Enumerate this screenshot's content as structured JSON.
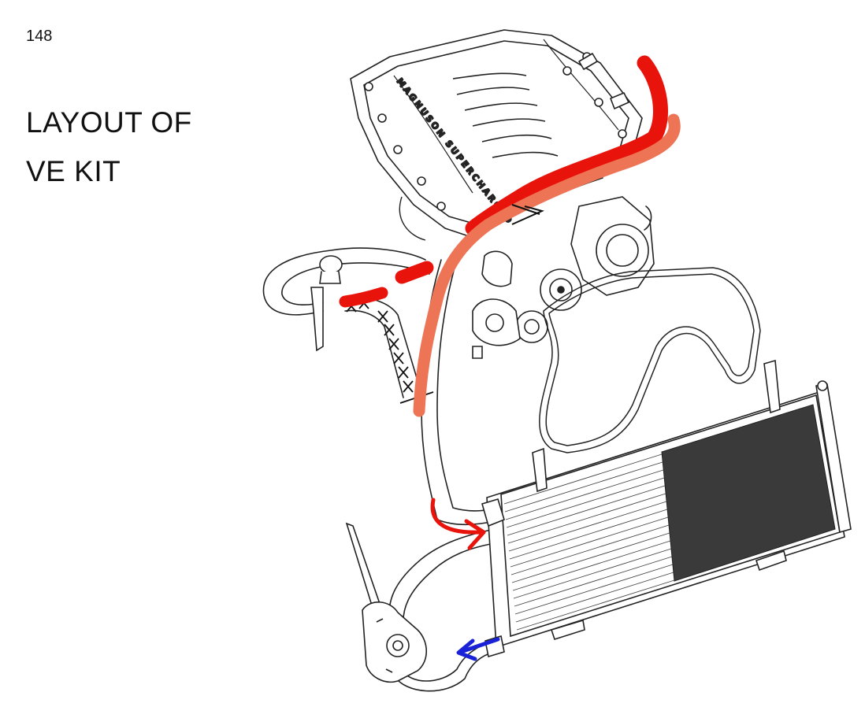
{
  "page": {
    "number": "148",
    "title_lines": [
      "LAYOUT OF",
      "VE KIT"
    ]
  },
  "diagram": {
    "blower_brand": "MAGNUSON SUPERCHARGED",
    "annotation_colors": {
      "hot_hose": "#e8140c",
      "new_hose": "#ee7456",
      "flow_in": "#e8140c",
      "flow_out": "#1a22d8",
      "line_art": "#222222"
    }
  }
}
